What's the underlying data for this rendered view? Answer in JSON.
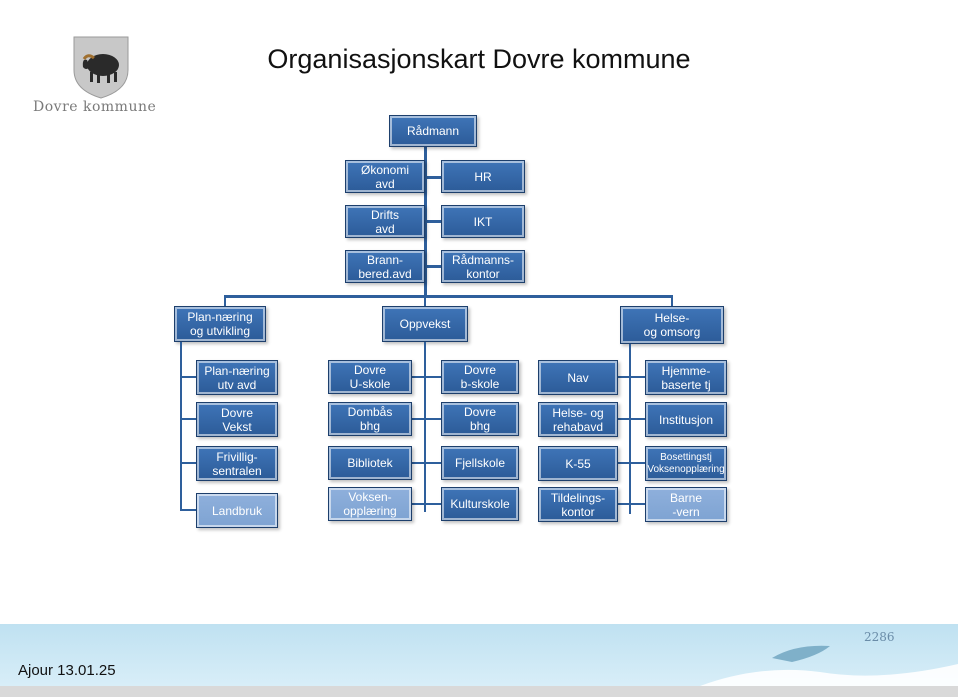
{
  "header": {
    "title": "Organisasjonskart Dovre kommune",
    "logo_text": "Dovre kommune"
  },
  "org": {
    "top": "Rådmann",
    "staff": [
      {
        "id": "okonomi",
        "label": "Økonomi\navd"
      },
      {
        "id": "hr",
        "label": "HR"
      },
      {
        "id": "drifts",
        "label": "Drifts\navd"
      },
      {
        "id": "ikt",
        "label": "IKT"
      },
      {
        "id": "brann",
        "label": "Brann-\nbered.avd"
      },
      {
        "id": "radmannskontor",
        "label": "Rådmanns-\nkontor"
      }
    ],
    "sectors": [
      {
        "id": "plan",
        "label": "Plan-næring\nog utvikling",
        "units": [
          {
            "label": "Plan-næring\nutv avd"
          },
          {
            "label": "Dovre\nVekst"
          },
          {
            "label": "Frivillig-\nsentralen"
          },
          {
            "label": "Landbruk",
            "faded": true
          }
        ]
      },
      {
        "id": "oppvekst",
        "label": "Oppvekst",
        "units_left": [
          {
            "label": "Dovre\nU-skole"
          },
          {
            "label": "Dombås\nbhg"
          },
          {
            "label": "Bibliotek"
          },
          {
            "label": "Voksen-\nopplæring",
            "faded": true
          }
        ],
        "units_right": [
          {
            "label": "Dovre\nb-skole"
          },
          {
            "label": "Dovre\nbhg"
          },
          {
            "label": "Fjellskole"
          },
          {
            "label": "Kulturskole"
          }
        ]
      },
      {
        "id": "helse",
        "label": "Helse-\nog omsorg",
        "units_left": [
          {
            "label": "Nav"
          },
          {
            "label": "Helse- og\nrehabavd"
          },
          {
            "label": "K-55"
          },
          {
            "label": "Tildelings-\nkontor"
          }
        ],
        "units_right": [
          {
            "label": "Hjemme-\nbaserte tj"
          },
          {
            "label": "Institusjon"
          },
          {
            "label": "Bosettingstj\nVoksenopplæring",
            "small": true
          },
          {
            "label": "Barne\n-vern",
            "faded": true
          }
        ]
      }
    ]
  },
  "footer": {
    "date_text": "Ajour 13.01.25",
    "height_label": "2286"
  },
  "colors": {
    "node_fill": "#3568a8",
    "node_faded": "#87aad8",
    "connector": "#2e5f9c",
    "footer_band": "#c9e6f4"
  }
}
